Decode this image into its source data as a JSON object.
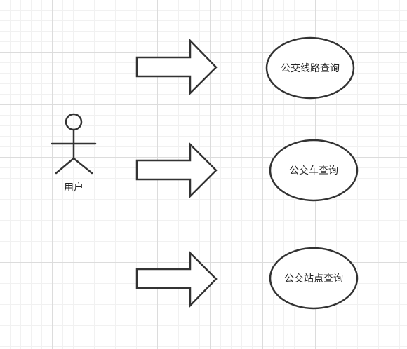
{
  "actor": {
    "label": "用户"
  },
  "use_cases": [
    {
      "label": "公交线路查询"
    },
    {
      "label": "公交车查询"
    },
    {
      "label": "公交站点查询"
    }
  ],
  "colors": {
    "stroke": "#333333",
    "fill": "#ffffff",
    "grid": "#dcdcdc"
  }
}
